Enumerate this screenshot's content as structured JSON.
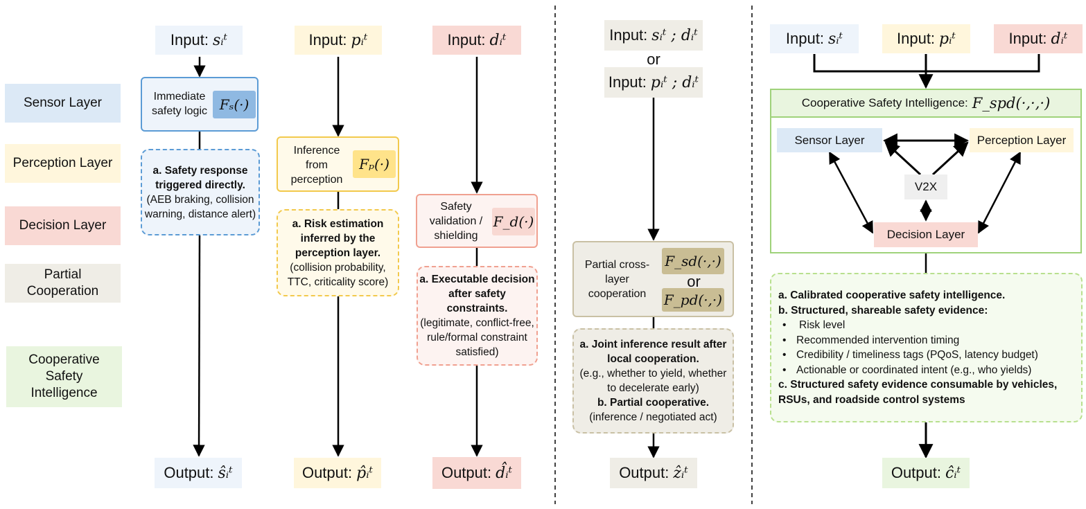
{
  "legend": {
    "sensor": "Sensor Layer",
    "perception": "Perception Layer",
    "decision": "Decision Layer",
    "partial": "Partial Cooperation",
    "csi": "Cooperative Safety Intelligence"
  },
  "colors": {
    "sensor": "#dce9f6",
    "perception": "#fff6dc",
    "decision": "#f9d9d4",
    "partial": "#efede6",
    "csi": "#e9f5df"
  },
  "columns": {
    "sensor": {
      "input_label": "Input:",
      "input_sym": "sᵢᵗ",
      "proc_text": "Immediate safety logic",
      "func": "Fₛ(·)",
      "result_bold": "a. Safety response triggered directly.",
      "result_detail": "(AEB braking, collision warning, distance alert)",
      "output_label": "Output:",
      "output_sym": "ŝᵢᵗ"
    },
    "perception": {
      "input_label": "Input:",
      "input_sym": "pᵢᵗ",
      "proc_text": "Inference from perception",
      "func": "Fₚ(·)",
      "result_bold": "a. Risk estimation inferred by the perception layer.",
      "result_detail": "(collision probability, TTC, criticality score)",
      "output_label": "Output:",
      "output_sym": "p̂ᵢᵗ"
    },
    "decision": {
      "input_label": "Input:",
      "input_sym": "dᵢᵗ",
      "proc_text": "Safety validation / shielding",
      "func": "F_d(·)",
      "result_bold": "a. Executable decision after safety constraints.",
      "result_detail": "(legitimate, conflict-free, rule/formal constraint satisfied)",
      "output_label": "Output:",
      "output_sym": "d̂ᵢᵗ"
    },
    "partial": {
      "input1_label": "Input:",
      "input1_sym": "sᵢᵗ ; dᵢᵗ",
      "or": "or",
      "input2_label": "Input:",
      "input2_sym": "pᵢᵗ ; dᵢᵗ",
      "proc_text": "Partial cross-layer cooperation",
      "func1": "F_sd(·,·)",
      "func_or": "or",
      "func2": "F_pd(·,·)",
      "result_bold1": "a. Joint inference result after local cooperation.",
      "result_detail1": "(e.g., whether to yield, whether to decelerate early)",
      "result_bold2": "b. Partial cooperative.",
      "result_detail2": "(inference / negotiated act)",
      "output_label": "Output:",
      "output_sym": "ẑᵢᵗ"
    },
    "csi": {
      "input_s_label": "Input:",
      "input_s_sym": "sᵢᵗ",
      "input_p_label": "Input:",
      "input_p_sym": "pᵢᵗ",
      "input_d_label": "Input:",
      "input_d_sym": "dᵢᵗ",
      "header_text": "Cooperative Safety Intelligence:",
      "header_func": "F_spd(·,·,·)",
      "node_sensor": "Sensor Layer",
      "node_perception": "Perception Layer",
      "node_v2x": "V2X",
      "node_decision": "Decision Layer",
      "result_a": "a. Calibrated cooperative safety intelligence.",
      "result_b": "b. Structured, shareable safety evidence:",
      "bullets": [
        "Risk level",
        "Recommended intervention timing",
        "Credibility / timeliness tags (PQoS, latency budget)",
        "Actionable or coordinated intent (e.g., who yields)"
      ],
      "result_c": "c. Structured safety evidence consumable by vehicles, RSUs, and roadside control systems",
      "output_label": "Output:",
      "output_sym": "ĉᵢᵗ"
    }
  }
}
